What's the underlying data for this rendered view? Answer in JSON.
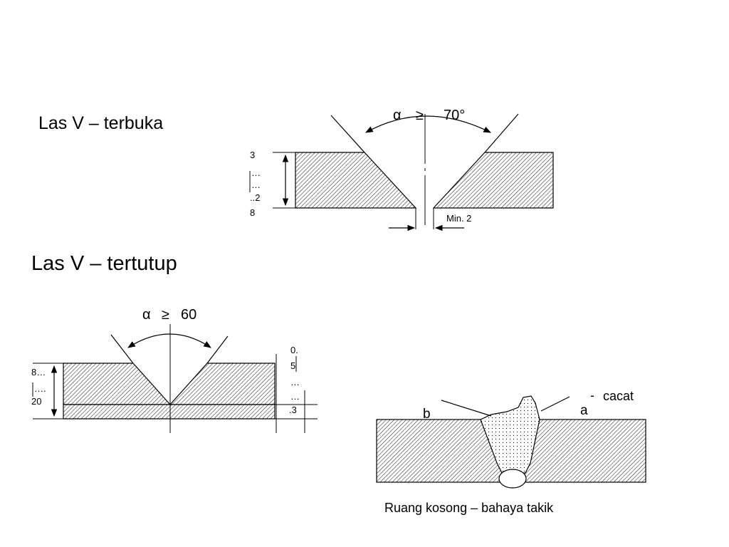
{
  "slide": {
    "title_open": "Las V – terbuka",
    "title_closed": "Las V – tertutup"
  },
  "open_weld": {
    "alpha": "α",
    "geq": "≥",
    "angle_value": "70°",
    "thickness": [
      "3",
      "…",
      "…",
      "..2",
      "8"
    ],
    "gap_label": "Min. 2"
  },
  "closed_weld": {
    "alpha": "α",
    "geq": "≥",
    "angle_value": "60",
    "thickness": [
      "8…",
      "….",
      "20"
    ],
    "root_face": [
      "0.",
      "5",
      "…",
      "…",
      ".3"
    ]
  },
  "defect": {
    "label_b": "b",
    "label_a": "a",
    "dash": "-",
    "word": "cacat",
    "caption": "Ruang kosong – bahaya takik"
  },
  "colors": {
    "line": "#000000",
    "hatch": "#000000",
    "background": "#ffffff"
  }
}
